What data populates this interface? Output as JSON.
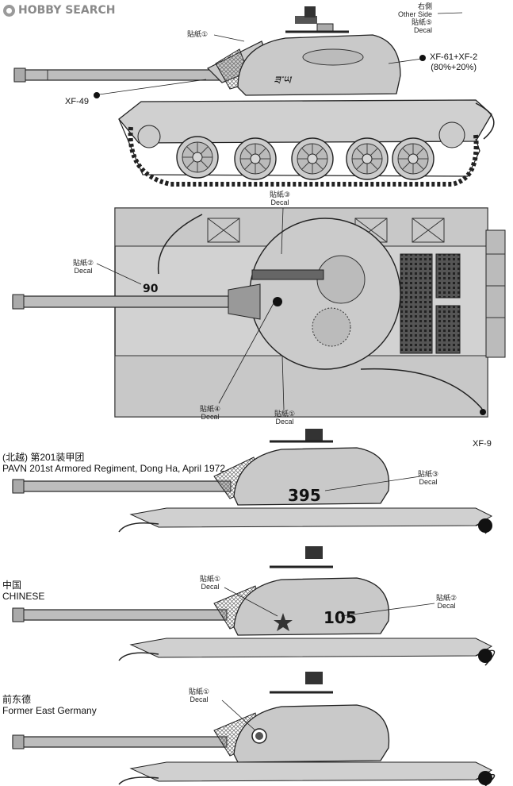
{
  "watermark": {
    "hobby": "HOBBY",
    "search": "SEARCH"
  },
  "side_view": {
    "decal_1": {
      "zh": "貼紙①"
    },
    "other_side": {
      "zh": "右側",
      "en": "Other Side",
      "decal_zh": "貼紙⑤",
      "decal_en": "Decal"
    },
    "paint_turret": {
      "code": "XF-61+XF-2",
      "ratio": "(80%+20%)"
    },
    "paint_barrel": "XF-49"
  },
  "top_view": {
    "decal_3": {
      "zh": "貼紙③",
      "en": "Decal"
    },
    "decal_2": {
      "zh": "貼紙②",
      "en": "Decal"
    },
    "decal_4": {
      "zh": "貼紙④",
      "en": "Decal"
    },
    "decal_1": {
      "zh": "貼紙①",
      "en": "Decal"
    },
    "paint": "XF-9"
  },
  "variants": [
    {
      "caption_zh": "(北越) 第201装甲团",
      "caption_en": "PAVN 201st Armored Regiment, Dong Ha, April 1972",
      "number": "395",
      "decal": {
        "zh": "貼紙③",
        "en": "Decal"
      }
    },
    {
      "caption_zh": "中国",
      "caption_en": "CHINESE",
      "number": "105",
      "decal_a": {
        "zh": "貼紙①",
        "en": "Decal"
      },
      "decal_b": {
        "zh": "貼紙②",
        "en": "Decal"
      }
    },
    {
      "caption_zh": "前东德",
      "caption_en": "Former East Germany",
      "decal": {
        "zh": "貼紙①",
        "en": "Decal"
      }
    }
  ]
}
